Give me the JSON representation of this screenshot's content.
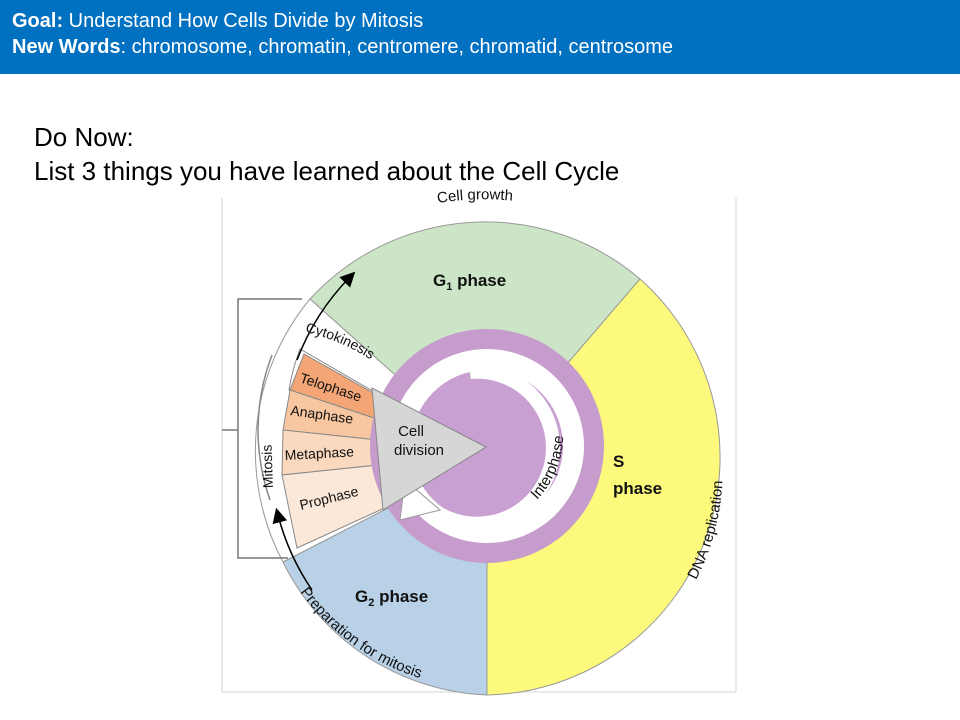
{
  "header": {
    "goal_label": "Goal:",
    "goal_text": " Understand How Cells Divide by Mitosis",
    "words_label": "New Words",
    "words_text": ": chromosome, chromatin, centromere, chromatid, centrosome",
    "background": "#0070c0"
  },
  "do_now": {
    "title": "Do Now:",
    "prompt": "List 3 things you have learned about the Cell Cycle"
  },
  "cycle": {
    "cell_growth": "Cell growth",
    "g1": "G",
    "g1_sub": "1",
    "g1_suffix": " phase",
    "s_line1": "S",
    "s_line2": "phase",
    "dna_replication": "DNA replication",
    "g2": "G",
    "g2_sub": "2",
    "g2_suffix": " phase",
    "preparation": "Preparation for mitosis",
    "interphase": "Interphase",
    "cell_division_line1": "Cell",
    "cell_division_line2": "division",
    "mitosis": "Mitosis",
    "cytokinesis": "Cytokinesis",
    "telophase": "Telophase",
    "anaphase": "Anaphase",
    "metaphase": "Metaphase",
    "prophase": "Prophase",
    "colors": {
      "g1": "#cce5c6",
      "s": "#fdf97c",
      "g2": "#b9d1e6",
      "interphase_ring": "#c59ccc",
      "center": "#c8a0d2",
      "cell_division": "#d6d6d6",
      "telophase": "#f4a576",
      "anaphase": "#f8c6a0",
      "metaphase": "#fad9bf",
      "prophase": "#fce8d8"
    }
  }
}
